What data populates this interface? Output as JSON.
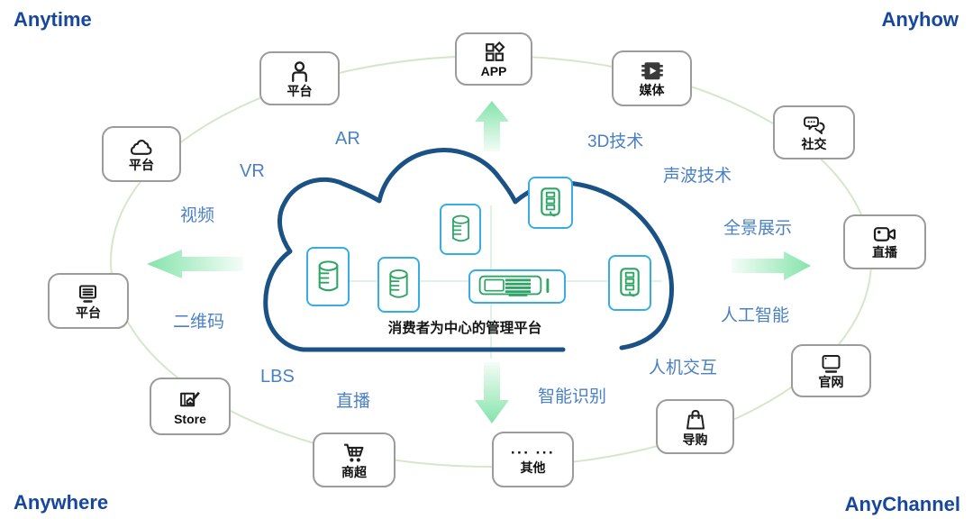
{
  "corners": {
    "top_left": "Anytime",
    "top_right": "Anyhow",
    "bottom_left": "Anywhere",
    "bottom_right": "AnyChannel"
  },
  "center": {
    "label": "消费者为中心的管理平台"
  },
  "nodes": {
    "platform_person": {
      "label": "平台",
      "icon": "user-icon"
    },
    "platform_cloud": {
      "label": "平台",
      "icon": "cloud-icon"
    },
    "platform_display": {
      "label": "平台",
      "icon": "display-list-icon"
    },
    "app": {
      "label": "APP",
      "icon": "app-grid-icon"
    },
    "media": {
      "label": "媒体",
      "icon": "media-chip-icon"
    },
    "social": {
      "label": "社交",
      "icon": "chat-bubbles-icon"
    },
    "live_channel": {
      "label": "直播",
      "icon": "video-camera-icon"
    },
    "website": {
      "label": "官网",
      "icon": "monitor-icon"
    },
    "guide": {
      "label": "导购",
      "icon": "shopping-bag-icon"
    },
    "other": {
      "label": "其他",
      "icon": "ellipsis-icon",
      "icon_text": "··· ···"
    },
    "supermarket": {
      "label": "商超",
      "icon": "shopping-cart-icon"
    },
    "store": {
      "label": "Store",
      "icon": "store-map-icon"
    }
  },
  "tech_labels": {
    "vr": "VR",
    "ar": "AR",
    "video": "视频",
    "qr_code": "二维码",
    "lbs": "LBS",
    "live": "直播",
    "tech_3d": "3D技术",
    "sound_wave": "声波技术",
    "panorama": "全景展示",
    "ai": "人工智能",
    "hci": "人机交互",
    "smart_recognition": "智能识别"
  },
  "cloud_icons": [
    "database-icon",
    "database-icon",
    "database-icon",
    "server-rack-icon",
    "server-rack-icon",
    "server-wide-icon"
  ],
  "colors": {
    "corner_text": "#17479d",
    "tech_text": "#4a80c4",
    "cloud_outline": "#1a5286",
    "node_border": "#9b9b9b",
    "inner_box_border": "#36ade4",
    "inner_icon_green": "#2fa565",
    "arrow_green": "#7ee2a6",
    "orbit_green": "#d5e7c9"
  }
}
